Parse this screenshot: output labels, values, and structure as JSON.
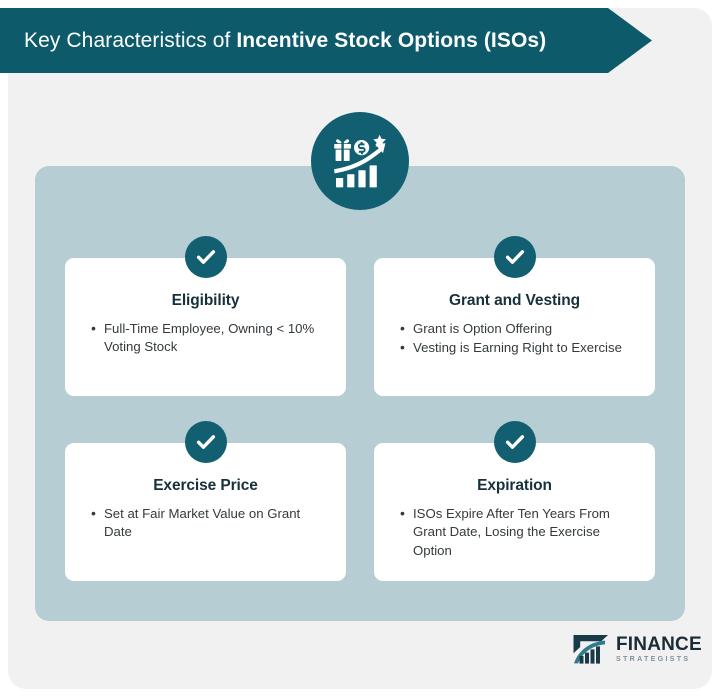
{
  "header": {
    "title_regular": "Key Characteristics of ",
    "title_bold": "Incentive Stock Options (ISOs)",
    "title_full": "Key Characteristics of Incentive Stock Options (ISOs)",
    "background_color": "#0d5a6b",
    "text_color": "#ffffff"
  },
  "theme": {
    "page_background": "#ffffff",
    "outer_card_color": "#f1f1f1",
    "inner_panel_color": "#b5cdd3",
    "accent_teal": "#115f70",
    "card_color": "#ffffff",
    "title_color": "#17313a",
    "body_text_color": "#343a3d"
  },
  "top_icon": {
    "name": "stock-options-growth-icon",
    "parts": [
      "gift-box",
      "dollar-coin",
      "star",
      "growth-arrow",
      "bar-chart"
    ],
    "circle_color": "#115f70",
    "glyph_color": "#ffffff"
  },
  "cards": [
    {
      "badge_icon": "check-icon",
      "title": "Eligibility",
      "bullets": [
        "Full-Time Employee, Owning < 10% Voting Stock"
      ]
    },
    {
      "badge_icon": "check-icon",
      "title": "Grant and Vesting",
      "bullets": [
        "Grant is Option Offering",
        "Vesting is Earning Right to Exercise"
      ]
    },
    {
      "badge_icon": "check-icon",
      "title": "Exercise Price",
      "bullets": [
        "Set at Fair Market Value on Grant Date"
      ]
    },
    {
      "badge_icon": "check-icon",
      "title": "Expiration",
      "bullets": [
        "ISOs Expire After Ten Years From Grant Date, Losing the Exercise Option"
      ]
    }
  ],
  "footer": {
    "logo_mark": "finance-strategists-bar-chart-logo",
    "brand_name": "FINANCE",
    "brand_sub": "STRATEGISTS",
    "brand_color": "#1b2c36",
    "brand_sub_color": "#7e9299"
  }
}
